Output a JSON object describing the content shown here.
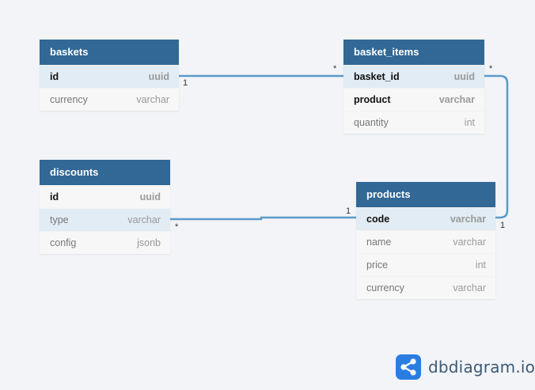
{
  "tables": [
    {
      "id": "baskets",
      "name": "baskets",
      "fields": [
        {
          "name": "id",
          "type": "uuid",
          "pk": true,
          "highlight": true
        },
        {
          "name": "currency",
          "type": "varchar",
          "pk": false,
          "highlight": false
        }
      ]
    },
    {
      "id": "basket_items",
      "name": "basket_items",
      "fields": [
        {
          "name": "basket_id",
          "type": "uuid",
          "pk": true,
          "highlight": true
        },
        {
          "name": "product",
          "type": "varchar",
          "pk": true,
          "highlight": false
        },
        {
          "name": "quantity",
          "type": "int",
          "pk": false,
          "highlight": false
        }
      ]
    },
    {
      "id": "discounts",
      "name": "discounts",
      "fields": [
        {
          "name": "id",
          "type": "uuid",
          "pk": true,
          "highlight": false
        },
        {
          "name": "type",
          "type": "varchar",
          "pk": false,
          "highlight": true
        },
        {
          "name": "config",
          "type": "jsonb",
          "pk": false,
          "highlight": false
        }
      ]
    },
    {
      "id": "products",
      "name": "products",
      "fields": [
        {
          "name": "code",
          "type": "varchar",
          "pk": true,
          "highlight": true
        },
        {
          "name": "name",
          "type": "varchar",
          "pk": false,
          "highlight": false
        },
        {
          "name": "price",
          "type": "int",
          "pk": false,
          "highlight": false
        },
        {
          "name": "currency",
          "type": "varchar",
          "pk": false,
          "highlight": false
        }
      ]
    }
  ],
  "relations": [
    {
      "from": "baskets.id",
      "to": "basket_items.basket_id",
      "from_card": "1",
      "to_card": "*"
    },
    {
      "from": "basket_items.basket_id",
      "to": "products.code",
      "from_card": "*",
      "to_card": "1"
    },
    {
      "from": "discounts.type",
      "to": "products.code",
      "from_card": "*",
      "to_card": "1"
    }
  ],
  "colors": {
    "header": "#316896",
    "link": "#5b9bc9",
    "highlight_row": "#e1ecf4",
    "brand": "#2a7de1"
  },
  "brand": {
    "icon": "share-nodes-icon",
    "text": "dbdiagram.io"
  }
}
